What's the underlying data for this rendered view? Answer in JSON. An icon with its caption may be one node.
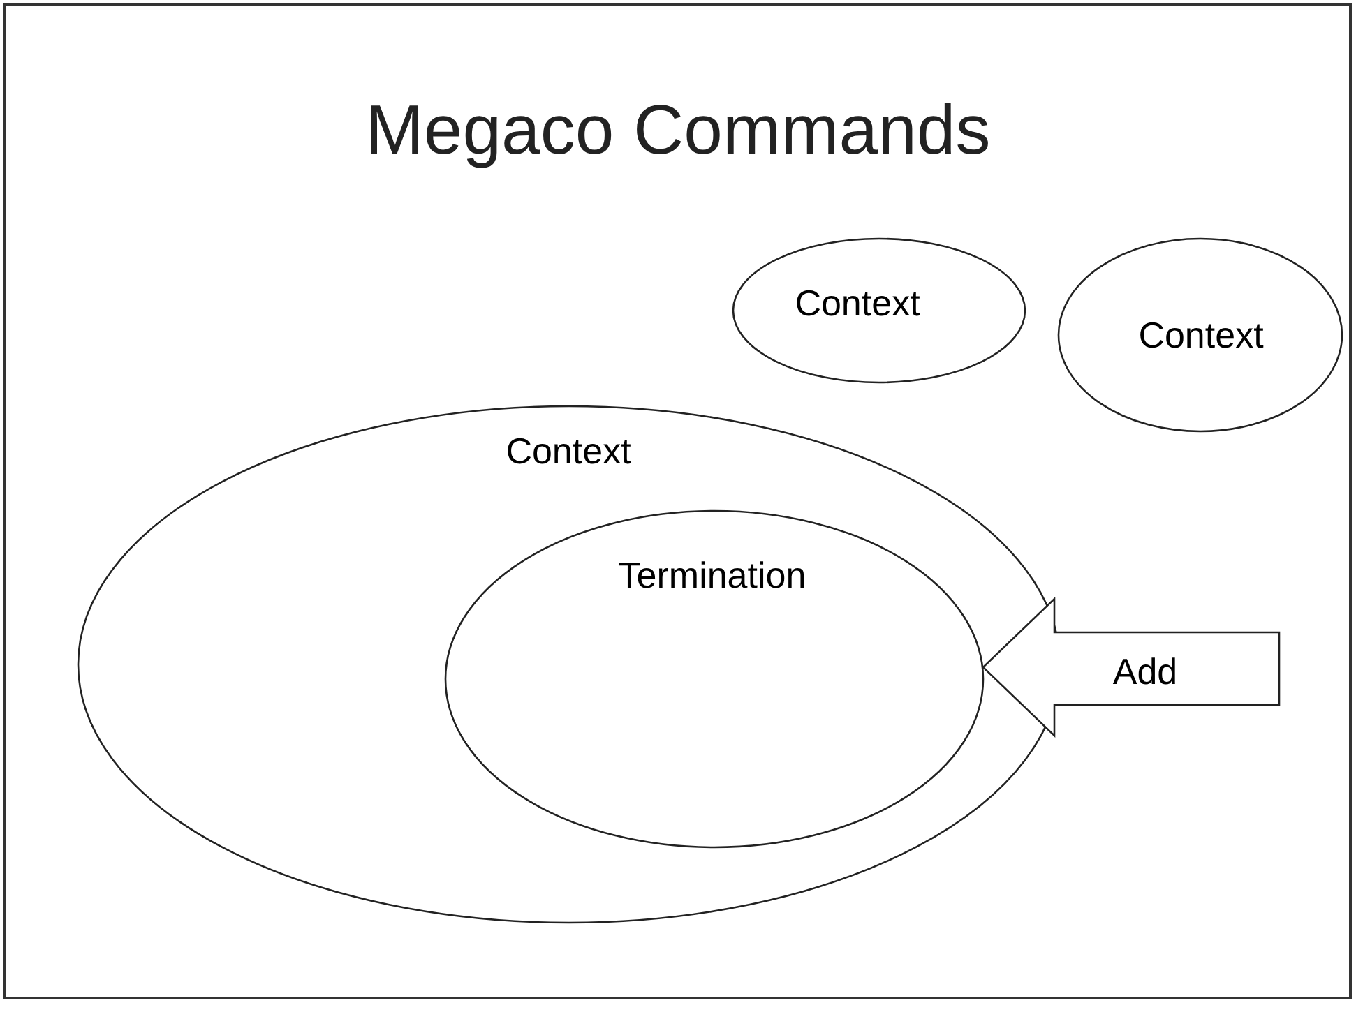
{
  "diagram": {
    "title": "Megaco Commands",
    "nodes": [
      {
        "text": [
          "Context"
        ]
      },
      {
        "text": [
          "Context"
        ]
      },
      {
        "text": [
          "Context"
        ]
      },
      {
        "text": [
          "Termination"
        ],
        "in": 2
      },
      {
        "text": [
          "Add"
        ]
      }
    ]
  }
}
